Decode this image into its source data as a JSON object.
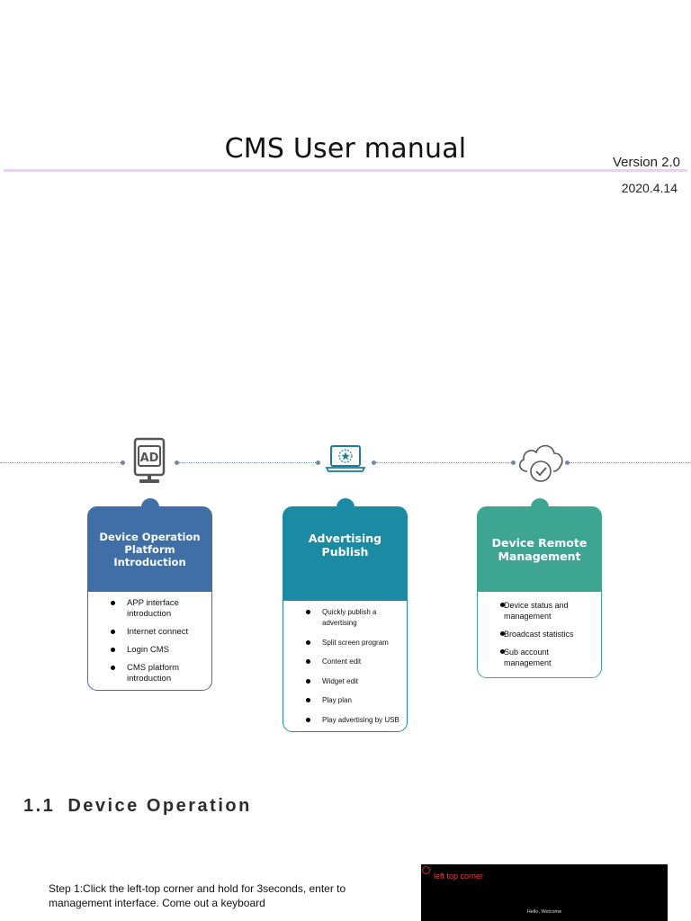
{
  "header": {
    "title": "CMS User manual",
    "version": "Version 2.0",
    "date": "2020.4.14"
  },
  "colors": {
    "rule": "#e4d4ef",
    "card1": "#3f6fa6",
    "card2": "#1b8aa3",
    "card3": "#3fa593",
    "timeline": "#7f9ab0"
  },
  "icons": [
    "ad-billboard-icon",
    "laptop-star-icon",
    "cloud-check-icon"
  ],
  "cards": [
    {
      "title": "Device Operation Platform Introduction",
      "items": [
        "APP interface introduction",
        "Internet connect",
        "Login CMS",
        "CMS platform introduction"
      ]
    },
    {
      "title": "Advertising Publish",
      "items": [
        "Quickly publish a advertising",
        "Split screen program",
        "Content edit",
        "Widget edit",
        "Play plan",
        "Play advertising by USB"
      ]
    },
    {
      "title": "Device Remote Management",
      "items": [
        "Device status and management",
        "Broadcast statistics",
        "Sub account management"
      ]
    }
  ],
  "section": {
    "number": "1.1",
    "title": "Device Operation"
  },
  "step1": {
    "text": "Step 1:Click the left-top corner and hold for 3seconds, enter to management interface. Come out a keyboard"
  },
  "screenshot": {
    "corner_label": "left top corner",
    "welcome": "Hello, Welcome"
  }
}
